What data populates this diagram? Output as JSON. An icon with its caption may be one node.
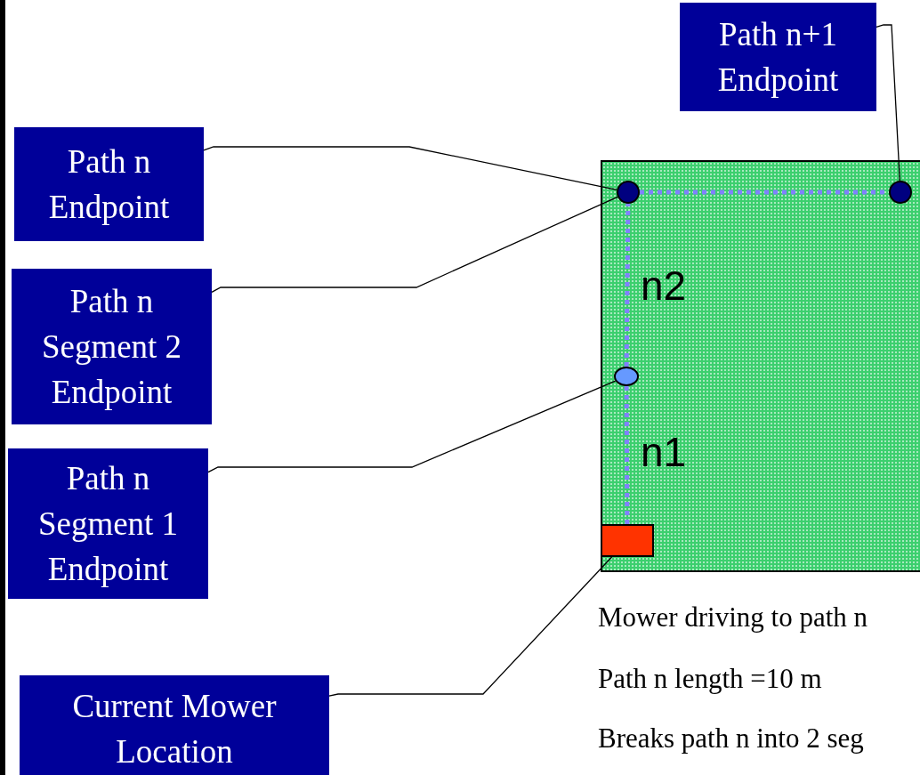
{
  "diagram": {
    "nodes": [
      {
        "text": [
          "Path n+1 Endpoint"
        ]
      },
      {
        "text": [
          "Path n Endpoint"
        ]
      },
      {
        "text": [
          "Path n Segment 2 Endpoint"
        ]
      },
      {
        "text": [
          "Path n Segment 1 Endpoint"
        ]
      },
      {
        "text": [
          "Current Mower Location"
        ]
      },
      {
        "text": [],
        "shape": "box"
      },
      {
        "text": [],
        "shape": "circle",
        "in": 5
      },
      {
        "text": [],
        "shape": "circle",
        "in": 5
      },
      {
        "text": [],
        "shape": "circle",
        "in": 5
      },
      {
        "text": [],
        "shape": "box",
        "in": 5
      }
    ],
    "edges": [
      {
        "from": 0,
        "to": 7,
        "arrow": "none"
      },
      {
        "from": 1,
        "to": 6,
        "arrow": "none"
      },
      {
        "from": 2,
        "to": 6,
        "arrow": "none"
      },
      {
        "from": 3,
        "to": 8,
        "arrow": "none"
      },
      {
        "from": 4,
        "to": 9,
        "arrow": "none"
      },
      {
        "from": 6,
        "to": 7,
        "arrow": "none",
        "style": "dashed",
        "color": "#8080ff"
      },
      {
        "from": 9,
        "to": 8,
        "arrow": "none",
        "style": "dashed",
        "color": "#8080ff"
      },
      {
        "from": 8,
        "to": 6,
        "arrow": "none",
        "style": "dashed",
        "color": "#8080ff"
      }
    ],
    "labels": [
      "n2",
      "n1",
      "Mower driving to path n",
      "Path n length =10 m",
      "Breaks path n into 2 seg"
    ]
  }
}
